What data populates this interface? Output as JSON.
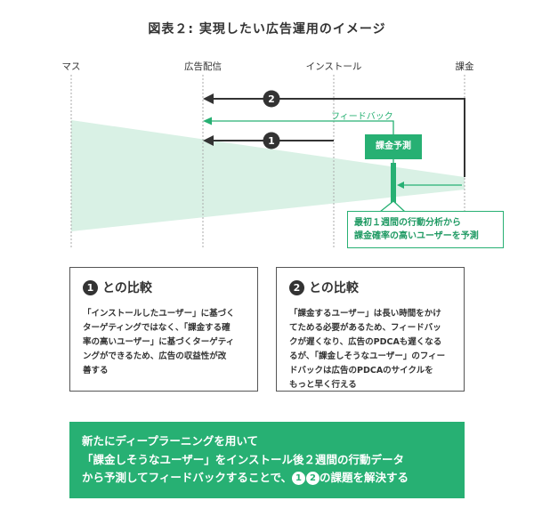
{
  "title": "図表２: 実現したい広告運用のイメージ",
  "stages": [
    "マス",
    "広告配信",
    "インストール",
    "課金"
  ],
  "diagram": {
    "arrow_2_label": "2",
    "arrow_1_label": "1",
    "feedback_label": "フィードバック",
    "prediction_box": "課金予測",
    "callout_lines": [
      "最初１週間の行動分析から",
      "課金確率の高いユーザーを予測"
    ]
  },
  "comparisons": [
    {
      "number": "1",
      "heading": "との比較",
      "lines": [
        "「インストールしたユーザー」に基づく",
        "ターゲティングではなく、「課金する確",
        "率の高いユーザー」に基づくターゲティ",
        "ングができるため、広告の収益性が改",
        "善する"
      ]
    },
    {
      "number": "2",
      "heading": "との比較",
      "lines": [
        "「課金するユーザー」は長い時間をかけ",
        "てためる必要があるため、フィードバッ",
        "クが遅くなり、広告のPDCAも遅くなる",
        "るが、「課金しそうなユーザー」のフィー",
        "ドバックは広告のPDCAのサイクルを",
        "もっと早く行える"
      ]
    }
  ],
  "banner": {
    "line1": "新たにディープラーニングを用いて",
    "line2": "「課金しそうなユーザー」をインストール後２週間の行動データ",
    "line3_pre": "から予測してフィードバックすることで、",
    "n1": "1",
    "n2": "2",
    "line3_post": "の課題を解決する"
  },
  "colors": {
    "green": "#27b073",
    "funnel": "#d9f1e5",
    "dark": "#333333"
  }
}
